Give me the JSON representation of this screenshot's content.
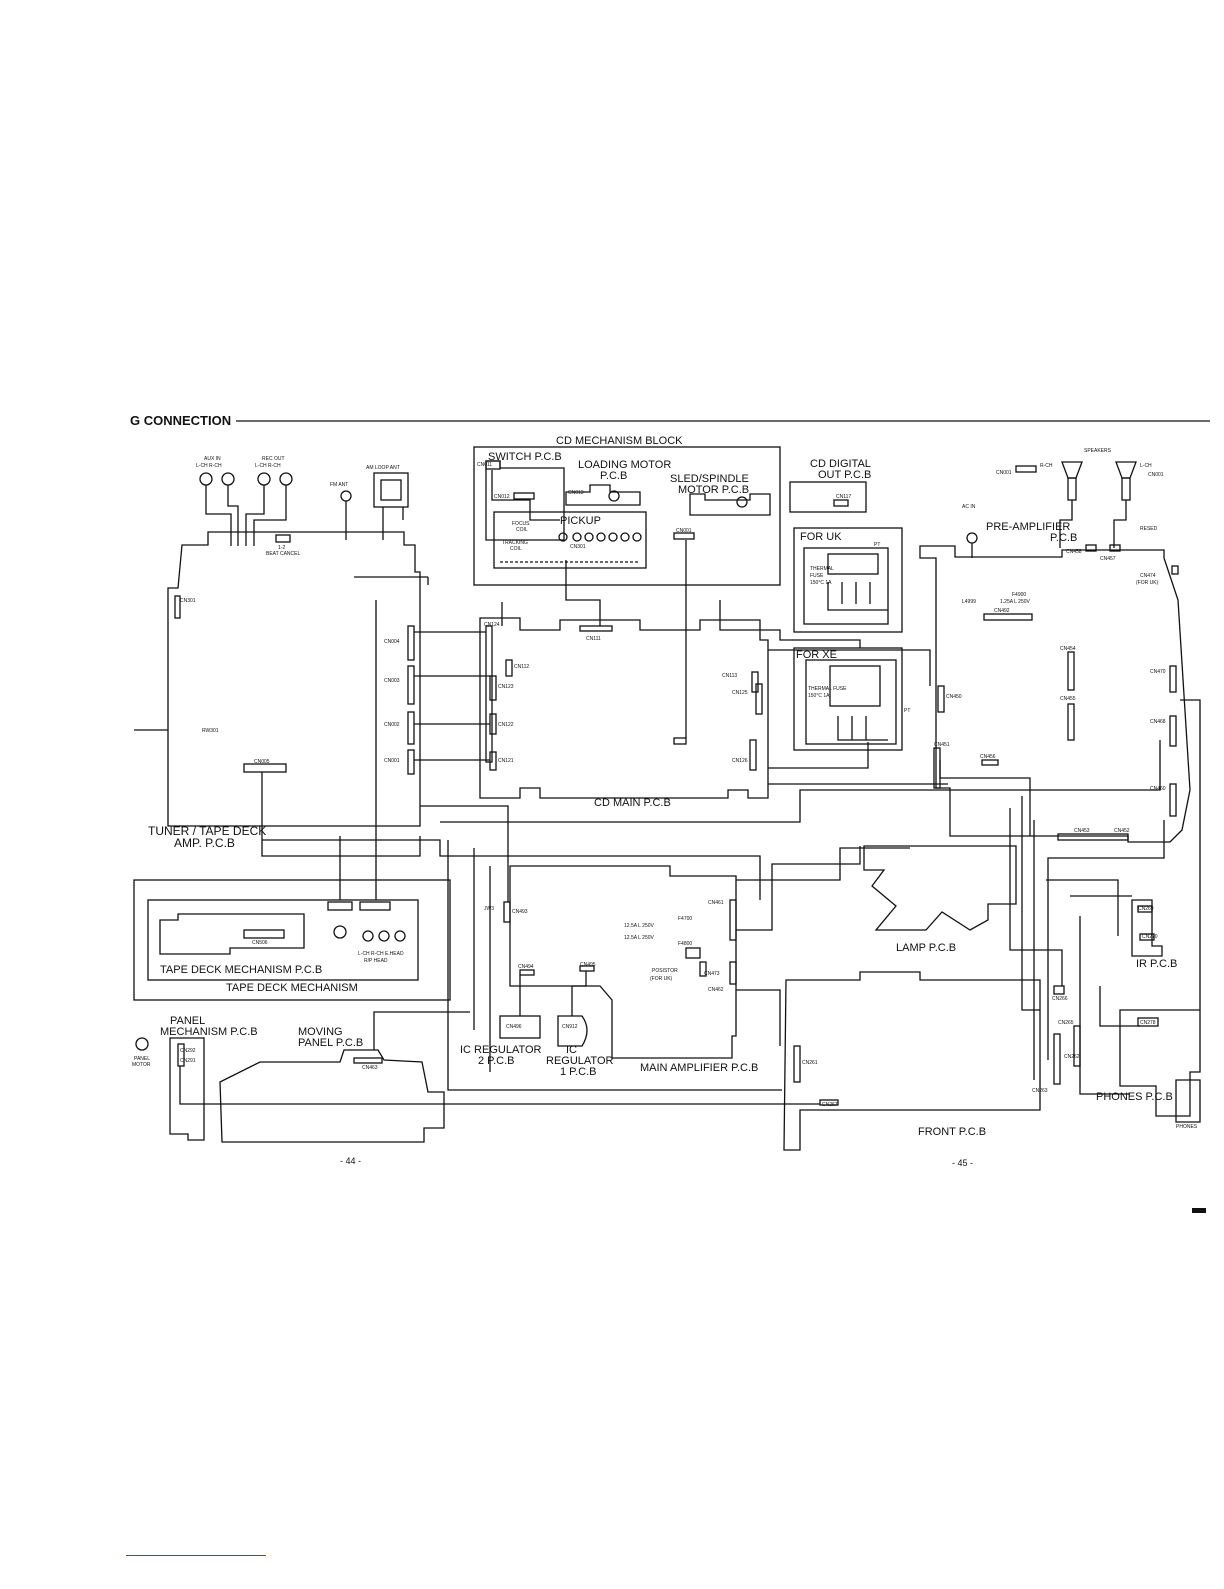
{
  "page": {
    "title": "G CONNECTION",
    "page_numbers": [
      "- 44 -",
      "- 45 -"
    ]
  },
  "blocks": {
    "cd_mechanism": "CD MECHANISM BLOCK",
    "switch_pcb": "SWITCH P.C.B",
    "loading_motor_1": "LOADING MOTOR",
    "loading_motor_2": "P.C.B",
    "sled_1": "SLED/SPINDLE",
    "sled_2": "MOTOR P.C.B",
    "pickup": "PICKUP",
    "focus_coil_1": "FOCUS",
    "focus_coil_2": "COIL",
    "tracking_coil_1": "TRACKING",
    "tracking_coil_2": "COIL",
    "cd_digital_1": "CD DIGITAL",
    "cd_digital_2": "OUT P.C.B",
    "for_uk": "FOR UK",
    "for_xe": "FOR XE",
    "thermal_uk_1": "THERMAL",
    "thermal_uk_2": "FUSE",
    "thermal_uk_3": "150°C 1A",
    "thermal_xe_1": "THERMAL FUSE",
    "thermal_xe_2": "150°C 1A",
    "pt": "PT",
    "cd_main": "CD MAIN P.C.B",
    "tuner_1": "TUNER / TAPE DECK",
    "tuner_2": "AMP. P.C.B",
    "tape_mech_pcb": "TAPE DECK MECHANISM P.C.B",
    "tape_mech": "TAPE DECK MECHANISM",
    "panel_mech_1": "PANEL",
    "panel_mech_2": "MECHANISM P.C.B",
    "panel_motor_1": "PANEL",
    "panel_motor_2": "MOTOR",
    "moving_panel_1": "MOVING",
    "moving_panel_2": "PANEL P.C.B",
    "ic_reg2_1": "IC REGULATOR",
    "ic_reg2_2": "2 P.C.B",
    "ic_reg1_1": "IC",
    "ic_reg1_2": "REGULATOR",
    "ic_reg1_3": "1 P.C.B",
    "main_amp": "MAIN AMPLIFIER P.C.B",
    "lamp_pcb": "LAMP P.C.B",
    "front_pcb": "FRONT P.C.B",
    "ir_pcb": "IR P.C.B",
    "phones_pcb": "PHONES P.C.B",
    "phones": "PHONES",
    "preamp_1": "PRE-AMPLIFIER",
    "preamp_2": "P.C.B",
    "speakers": "SPEAKERS",
    "r_ch": "R-CH",
    "l_ch": "L-CH",
    "ac_in": "AC IN",
    "resed": "RESED",
    "for_uk_paren": "(FOR UK)",
    "posistor": "POSISTOR",
    "aux_in": "AUX IN",
    "rec_out": "REC OUT",
    "lch_rch": "L-CH  R-CH",
    "am_loop": "AM LOOP ANT",
    "fm_ant": "FM ANT",
    "beat_cancel": "BEAT CANCEL",
    "beat_12": "1-2",
    "heads_1": "L-CH R-CH E.HEAD",
    "heads_2": "R/P HEAD",
    "fuse_4700": "12.5A L 250V",
    "fuse_4800": "12.5A L 250V",
    "f4700": "F4700",
    "f4800": "F4800",
    "f4900_1": "F4900",
    "f4900_2": "1.25A L 250V",
    "l4999": "L4999"
  },
  "connectors": {
    "CN001": "CN001",
    "CN002": "CN002",
    "CN003": "CN003",
    "CN004": "CN004",
    "CN005": "CN005",
    "CN011": "CN011",
    "CN012": "CN012",
    "CN013": "CN013",
    "CN111": "CN111",
    "CN112": "CN112",
    "CN113": "CN113",
    "CN117": "CN117",
    "CN121": "CN121",
    "CN122": "CN122",
    "CN123": "CN123",
    "CN124": "CN124",
    "CN125": "CN125",
    "CN126": "CN126",
    "CN261": "CN261",
    "CN262": "CN262",
    "CN263": "CN263",
    "CN265": "CN265",
    "CN266": "CN266",
    "CN267": "CN267",
    "CN269": "CN269",
    "CN270": "CN270",
    "CN278": "CN278",
    "CN291": "CN291",
    "CN292": "CN292",
    "CN301": "CN301",
    "CN450": "CN450",
    "CN451": "CN451",
    "CN452": "CN452",
    "CN453": "CN453",
    "CN454": "CN454",
    "CN455": "CN455",
    "CN456": "CN456",
    "CN457": "CN457",
    "CN458": "CN458",
    "CN460": "CN460",
    "CN461": "CN461",
    "CN462": "CN462",
    "CN463": "CN463",
    "CN468": "CN468",
    "CN470": "CN470",
    "CN473": "CN473",
    "CN474": "CN474",
    "CN492": "CN492",
    "CN493": "CN493",
    "CN494": "CN494",
    "CN495": "CN495",
    "CN496": "CN496",
    "CN506": "CN506",
    "CN912": "CN912",
    "RW301": "RW301",
    "JW3": "JW3",
    "CN001b": "CN001",
    "CN301b": "CN301"
  },
  "colors": {
    "ink": "#111111",
    "link": "#2b4bd6",
    "paper": "#ffffff"
  }
}
